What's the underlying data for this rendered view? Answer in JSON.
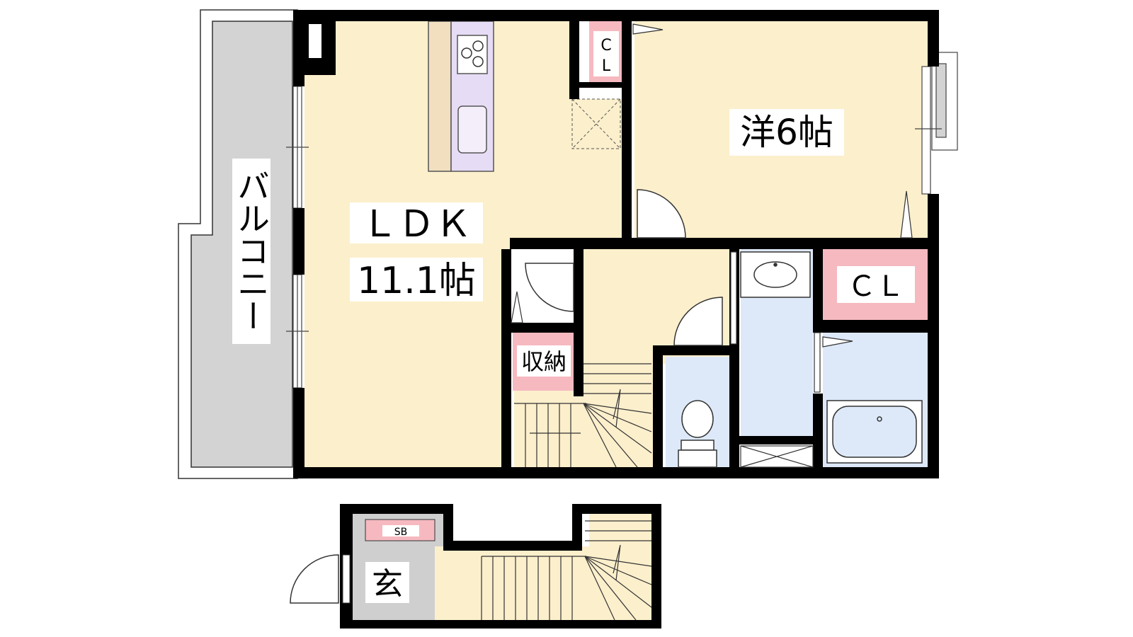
{
  "floorplan": {
    "rooms": {
      "balcony": "バルコニー",
      "ldk_name": "ＬＤＫ",
      "ldk_size": "11.1帖",
      "western_room": "洋6帖",
      "closet_large": "ＣＬ",
      "closet_small_top": "C",
      "closet_small_bottom": "L",
      "storage": "収納",
      "shoe_box": "SB",
      "entrance": "玄"
    },
    "colors": {
      "floor": "#fcefcc",
      "wet_area": "#dde9f8",
      "storage_pink": "#f6b9c0",
      "kitchen_purple": "#e6dcf5",
      "balcony_gray": "#d3d3d3",
      "wall": "#000000"
    }
  }
}
